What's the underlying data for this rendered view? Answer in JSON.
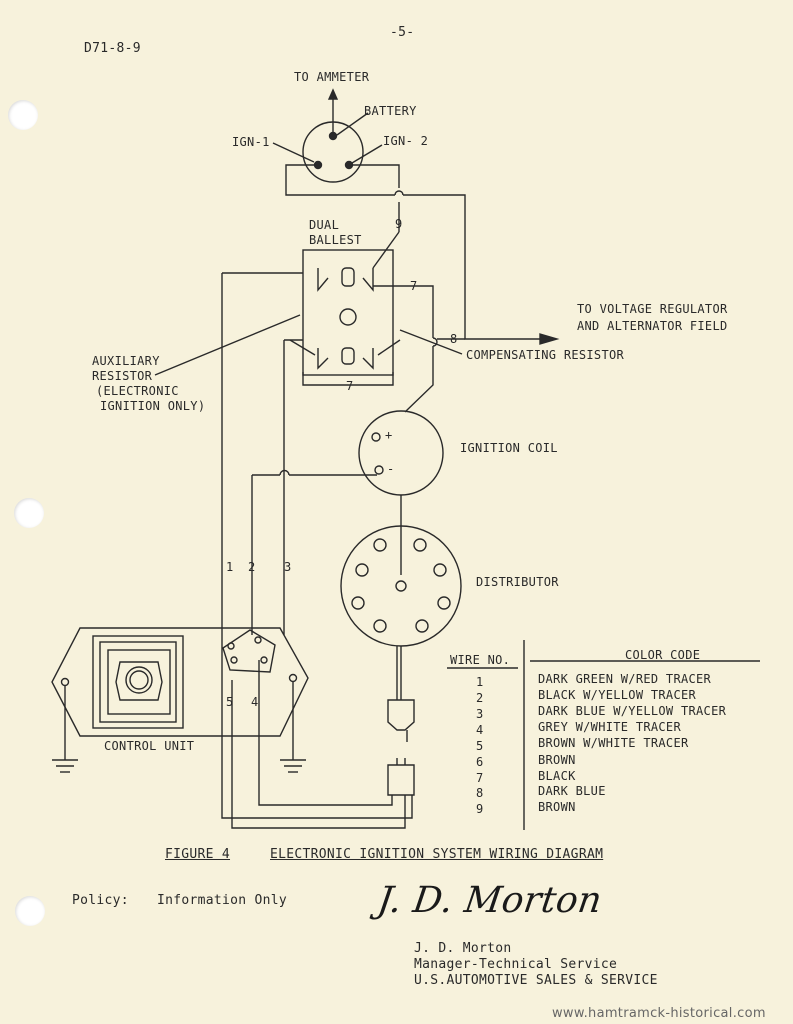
{
  "header": {
    "page_number": "-5-",
    "doc_id": "D71-8-9"
  },
  "labels": {
    "to_ammeter": "TO AMMETER",
    "battery": "BATTERY",
    "ign1": "IGN-1",
    "ign2": "IGN- 2",
    "dual": "DUAL",
    "ballest": "BALLEST",
    "to_vr_line1": "TO  VOLTAGE REGULATOR",
    "to_vr_line2": "AND ALTERNATOR FIELD",
    "aux_line1": "AUXILIARY",
    "aux_line2": "RESISTOR",
    "aux_line3": "(ELECTRONIC",
    "aux_line4": "IGNITION ONLY)",
    "comp_resistor": "COMPENSATING RESISTOR",
    "ignition_coil": "IGNITION COIL",
    "distributor": "DISTRIBUTOR",
    "control_unit": "CONTROL UNIT",
    "coil_plus": "+",
    "coil_minus": "-"
  },
  "wire_labels": {
    "w1": "1",
    "w2": "2",
    "w3": "3",
    "w4": "4",
    "w5": "5",
    "w7a": "7",
    "w7b": "7",
    "w8": "8",
    "w9": "9"
  },
  "color_code": {
    "header_wire": "WIRE NO.",
    "header_color": "COLOR CODE",
    "rows": [
      {
        "no": "1",
        "color": "DARK GREEN W/RED TRACER"
      },
      {
        "no": "2",
        "color": "BLACK W/YELLOW TRACER"
      },
      {
        "no": "3",
        "color": "DARK BLUE W/YELLOW TRACER"
      },
      {
        "no": "4",
        "color": "GREY W/WHITE TRACER"
      },
      {
        "no": "5",
        "color": "BROWN W/WHITE TRACER"
      },
      {
        "no": "6",
        "color": "BROWN"
      },
      {
        "no": "7",
        "color": "BLACK"
      },
      {
        "no": "8",
        "color": "DARK BLUE"
      },
      {
        "no": "9",
        "color": "BROWN"
      }
    ]
  },
  "figure": {
    "number": "FIGURE 4",
    "title": "ELECTRONIC IGNITION SYSTEM WIRING DIAGRAM"
  },
  "policy": {
    "label": "Policy:",
    "value": "Information Only"
  },
  "signature": {
    "script": "J. D. Morton",
    "name": "J. D. Morton",
    "title": "Manager-Technical Service",
    "company": "U.S.AUTOMOTIVE SALES & SERVICE"
  },
  "watermark": "www.hamtramck-historical.com"
}
